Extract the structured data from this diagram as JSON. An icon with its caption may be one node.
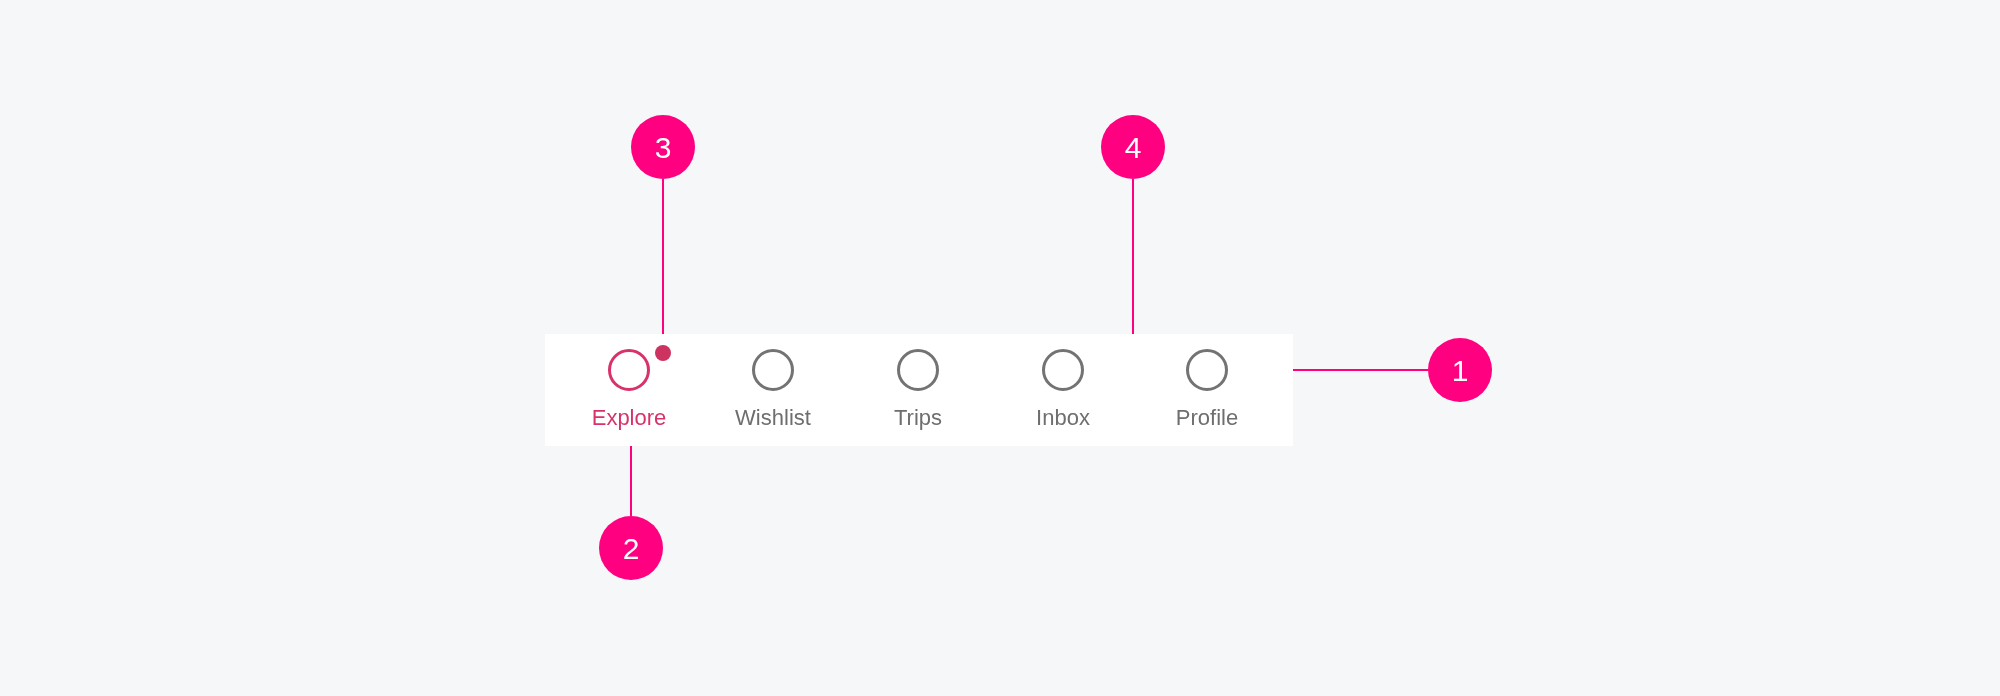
{
  "diagram": {
    "nodes": [
      {
        "text": [],
        "shape": "box"
      },
      {
        "text": [
          "Explore"
        ],
        "in": 0
      },
      {
        "text": [
          "Wishlist"
        ],
        "in": 0
      },
      {
        "text": [
          "Trips"
        ],
        "in": 0
      },
      {
        "text": [
          "Inbox"
        ],
        "in": 0
      },
      {
        "text": [
          "Profile"
        ],
        "in": 0
      },
      {
        "text": [],
        "shape": "circle",
        "in": 0
      },
      {
        "text": [
          "1"
        ]
      },
      {
        "text": [
          "2"
        ]
      },
      {
        "text": [
          "3"
        ]
      },
      {
        "text": [
          "4"
        ]
      }
    ],
    "edges": [
      {
        "from": 7,
        "to": 0,
        "arrow": "none"
      },
      {
        "from": 8,
        "to": 1,
        "arrow": "none"
      },
      {
        "from": 9,
        "to": 6,
        "arrow": "none"
      },
      {
        "from": 10,
        "to": 0,
        "arrow": "none"
      }
    ]
  }
}
